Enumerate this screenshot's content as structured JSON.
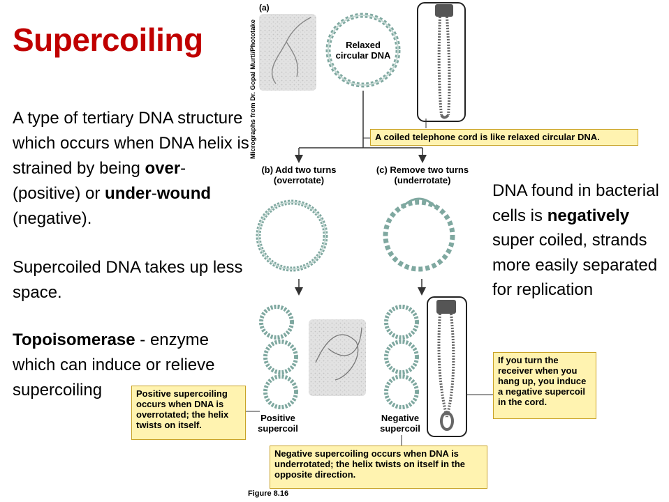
{
  "title": "Supercoiling",
  "left_text": {
    "p1_parts": [
      "A type of tertiary DNA structure which occurs when DNA helix is strained by being ",
      "over",
      "- (positive) or ",
      "under",
      "-",
      "wound",
      " (negative)."
    ],
    "p2": "Supercoiled DNA takes up less space.",
    "p3_bold": "Topoisomerase",
    "p3_rest": " - enzyme which can induce or relieve supercoiling"
  },
  "right_text": {
    "before": "DNA found in bacterial cells is ",
    "bold": "negatively",
    "after": " super coiled, strands more easily separated for replication"
  },
  "figure": {
    "panel_a": "(a)",
    "relaxed_line1": "Relaxed",
    "relaxed_line2": "circular DNA",
    "credit": "Micrographs from Dr. Gopal Murti/Phototake",
    "cord_callout": "A coiled telephone cord is like relaxed circular DNA.",
    "b_line1": "(b) Add two turns",
    "b_line2": "(overrotate)",
    "c_line1": "(c) Remove two turns",
    "c_line2": "(underrotate)",
    "positive_callout": "Positive supercoiling occurs when DNA is overrotated; the helix twists on itself.",
    "positive_label_1": "Positive",
    "positive_label_2": "supercoil",
    "negative_label_1": "Negative",
    "negative_label_2": "supercoil",
    "receiver_callout": "If you turn the receiver when you hang up, you induce a negative supercoil in the cord.",
    "negative_callout": "Negative supercoiling occurs when DNA is underrotated; the helix twists on itself in the opposite direction.",
    "figure_number": "Figure 8.16"
  },
  "colors": {
    "title": "#c00000",
    "dna_strand": "#7fa8a0",
    "callout_fill": "#fff3b0",
    "callout_border": "#c9a227"
  }
}
